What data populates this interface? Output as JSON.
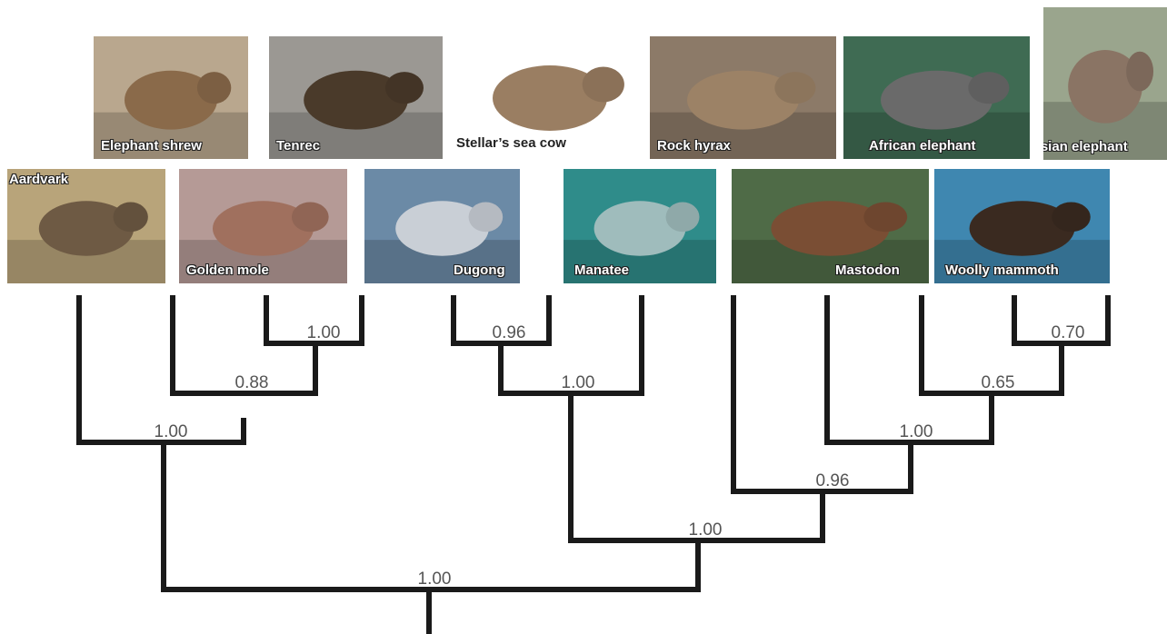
{
  "taxa": [
    {
      "id": "aardvark",
      "label": "Aardvark",
      "bg": "#b8a47a",
      "body": "#6e5a44"
    },
    {
      "id": "elephant-shrew",
      "label": "Elephant shrew",
      "bg": "#b9a78e",
      "body": "#8a6a4a"
    },
    {
      "id": "golden-mole",
      "label": "Golden mole",
      "bg": "#b59a96",
      "body": "#a0705e"
    },
    {
      "id": "tenrec",
      "label": "Tenrec",
      "bg": "#9b9893",
      "body": "#4a3a2a"
    },
    {
      "id": "dugong",
      "label": "Dugong",
      "bg": "#6b8aa6",
      "body": "#c9cfd6"
    },
    {
      "id": "stellers-sea-cow",
      "label": "Stellar’s sea cow",
      "bg": "#ffffff",
      "body": "#9a7e62"
    },
    {
      "id": "manatee",
      "label": "Manatee",
      "bg": "#2f8c8a",
      "body": "#9fbcbc"
    },
    {
      "id": "rock-hyrax",
      "label": "Rock hyrax",
      "bg": "#8c7a68",
      "body": "#9c8266"
    },
    {
      "id": "mastodon",
      "label": "Mastodon",
      "bg": "#4f6b47",
      "body": "#7a4e34"
    },
    {
      "id": "african-elephant",
      "label": "African elephant",
      "bg": "#3f6b53",
      "body": "#6a6a6a"
    },
    {
      "id": "woolly-mammoth",
      "label": "Woolly mammoth",
      "bg": "#3f87b0",
      "body": "#3a2a20"
    },
    {
      "id": "asian-elephant",
      "label": "Asian elephant",
      "bg": "#9aa58d",
      "body": "#8a7464"
    }
  ],
  "support": {
    "golden_mole_tenrec": "1.00",
    "shrew_mole_tenrec": "0.88",
    "afroinsectiphilia": "1.00",
    "dugong_seacow": "0.96",
    "sirenia": "1.00",
    "mammoth_asian": "0.70",
    "african_mammoth_asian": "0.65",
    "elephantidae": "1.00",
    "hyrax_proboscidea": "0.96",
    "paenungulata": "1.00",
    "afrotheria": "1.00"
  }
}
